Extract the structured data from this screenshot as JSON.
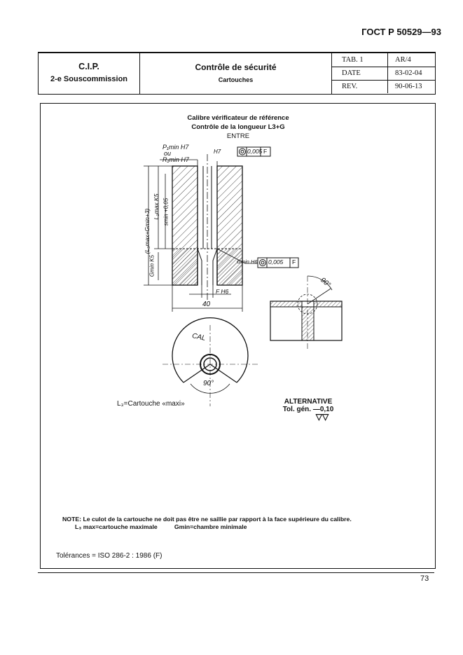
{
  "standard_ref": "ГОСТ Р 50529—93",
  "header": {
    "org": "C.I.P.",
    "subcommission": "2-e Souscommission",
    "title": "Contrôle de sécurité",
    "subtitle": "Cartouches",
    "rows": [
      {
        "label": "TAB. 1",
        "value": "AR/4"
      },
      {
        "label": "DATE",
        "value": "83-02-04"
      },
      {
        "label": "REV.",
        "value": "90-06-13"
      }
    ]
  },
  "drawing": {
    "title_line1": "Calibre vérificateur de référence",
    "title_line2": "Contrôle de la longueur L3+G",
    "title_line3": "ENTRE",
    "labels": {
      "p1": "P₁min H7",
      "ou": "ou",
      "r1": "R₁min H7",
      "h7": "H7",
      "tol1": "0,005",
      "datum": "F",
      "gmin": "Gmin H6",
      "tol2": "0,005",
      "f_h6": "F  H6",
      "dim40": "40",
      "dim_total": "(L₃max+Gmin+3)",
      "dim_l3": "L₃max K5",
      "dim_smin": "smin +0,05",
      "dim_gmin": "Gmin K5",
      "cal": "CAL",
      "angle1": "90°",
      "angle2": "90°"
    }
  },
  "caption_left": "L₃=Cartouche «maxi»",
  "alternative": {
    "title": "ALTERNATIVE",
    "tol": "Tol. gén. —0,10",
    "symbol": "▽▽"
  },
  "note": {
    "line1": "NOTE: Le culot de la cartouche ne doit pas être ne saillie par rapport à la face supérieure du calibre.",
    "line2": "L₃ max=cartouche maximale          Gmin=chambre minimale"
  },
  "tolerances": "Tolérances = ISO 286-2 : 1986 (F)",
  "page_number": "73"
}
